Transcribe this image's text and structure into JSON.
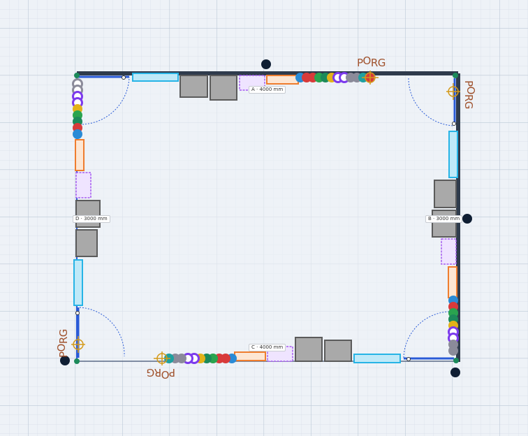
{
  "colors": {
    "background": "#eef2f7",
    "grid_minor": "#d6dee8",
    "grid_major": "#bcc8d6",
    "wall": "#2f3b4c",
    "wall_inner": "#2a5bd7",
    "window": "#27b4e6",
    "window_fill": "#bfe9f8",
    "orange": "#ef7d2e",
    "purple": "#a55bf0",
    "purple_fill": "#efe4ff",
    "cabinet": "#a9a9a9",
    "cabinet_stroke": "#5b5b5b",
    "porg": "#a0522d",
    "node": "#0f1e33",
    "marker_colors": [
      "#2a8bd6",
      "#d83a3a",
      "#2aa44f",
      "#1c8a5a",
      "#e3b21a",
      "#7c3aed",
      "#1fa0a0",
      "#8b8b9a"
    ]
  },
  "dimensions": [
    {
      "id": "A",
      "label": "A  ·  4000 mm"
    },
    {
      "id": "B",
      "label": "B  ·  3000 mm"
    },
    {
      "id": "C",
      "label": "C  ·  4000 mm"
    },
    {
      "id": "D",
      "label": "D  ·  3000 mm"
    }
  ],
  "porg_labels": [
    {
      "id": "top",
      "p": "P",
      "o": "O",
      "rg": "RG"
    },
    {
      "id": "right",
      "p": "P",
      "o": "O",
      "rg": "RG"
    },
    {
      "id": "left",
      "p": "P",
      "o": "O",
      "rg": "RG"
    },
    {
      "id": "bottom",
      "p": "P",
      "o": "O",
      "rg": "RG"
    }
  ],
  "icons": {
    "corner_node": "filled-circle",
    "wall_node": "filled-circle",
    "door_swing": "quarter-arc",
    "marker": "ring-disc",
    "target": "crosshair-circle"
  }
}
